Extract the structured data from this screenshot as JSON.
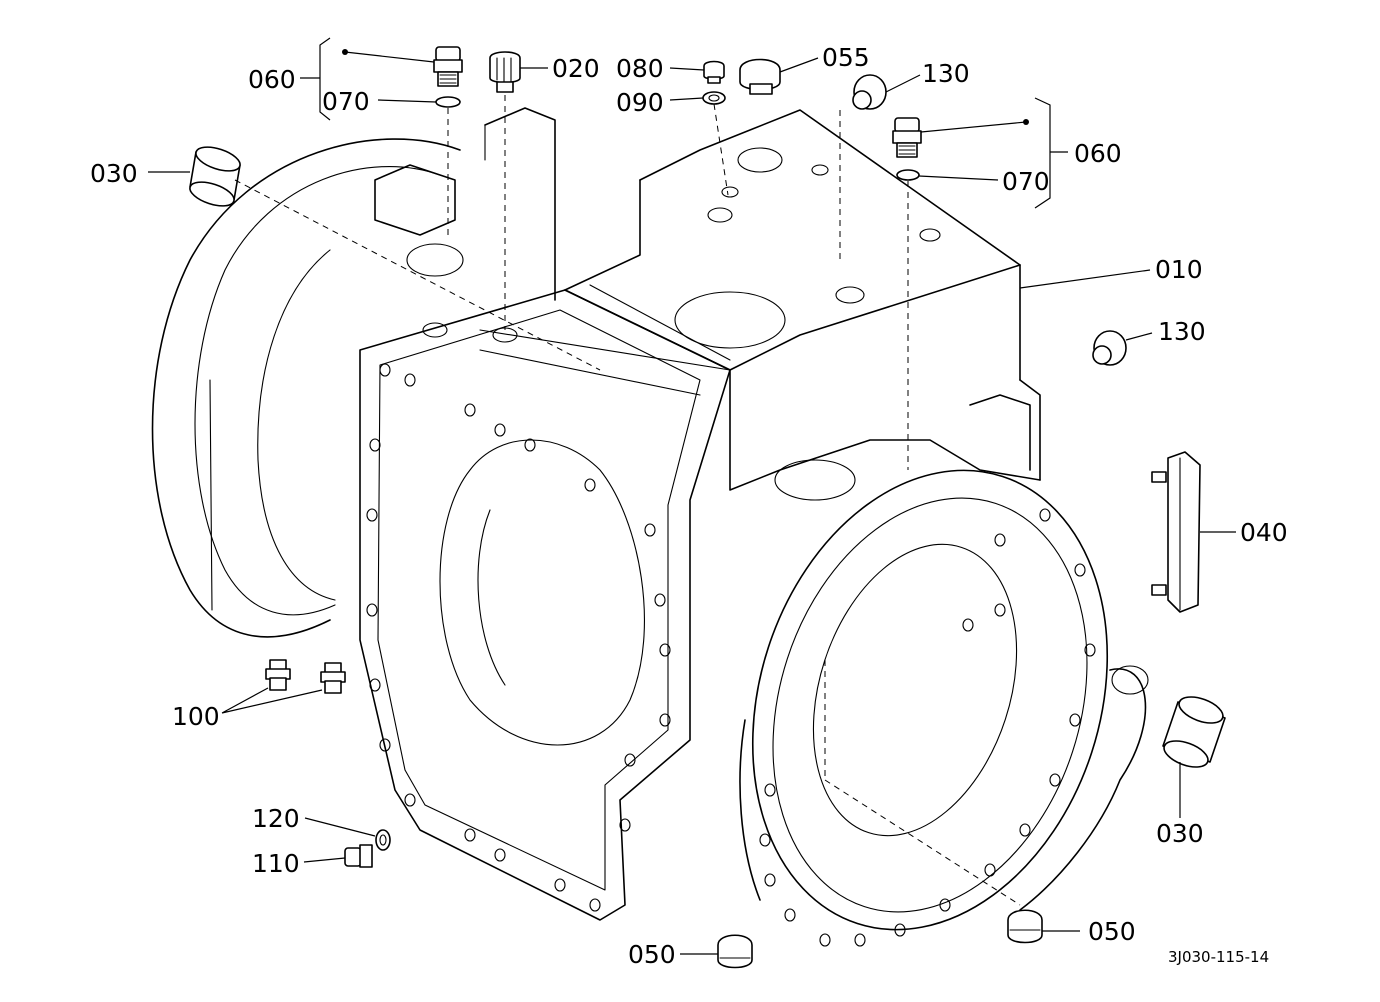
{
  "labels": {
    "l060_left": "060",
    "l070_left": "070",
    "l020": "020",
    "l080": "080",
    "l090": "090",
    "l055": "055",
    "l130_top": "130",
    "l060_right": "060",
    "l070_right": "070",
    "l030_left": "030",
    "l010": "010",
    "l130_right": "130",
    "l040": "040",
    "l100": "100",
    "l030_right": "030",
    "l120": "120",
    "l110": "110",
    "l050_bottom": "050",
    "l050_right": "050"
  },
  "reference_code": "3J030-115-14"
}
